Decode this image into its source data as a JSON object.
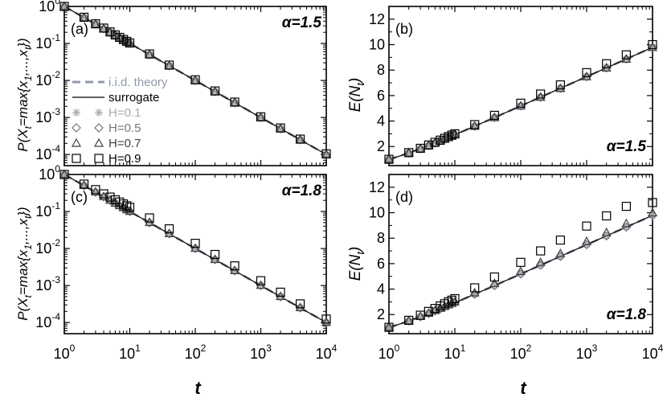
{
  "figure": {
    "xlabel": "t",
    "ylabel_left": "P(X_t=max{x_1,...,x_t})",
    "ylabel_right": "E(N_t)"
  },
  "legend": {
    "placement": "left, inside panel (a)",
    "items": [
      {
        "label": "i.i.d. theory",
        "marker": "dashed-line",
        "color": "#8f9aa8"
      },
      {
        "label": "surrogate",
        "marker": "solid-line",
        "color": "#000000"
      },
      {
        "label": "H=0.1",
        "marker": "asterisk",
        "color": "#a9a9a9"
      },
      {
        "label": "H=0.5",
        "marker": "diamond",
        "color": "#6e7683"
      },
      {
        "label": "H=0.7",
        "marker": "triangle",
        "color": "#404040"
      },
      {
        "label": "H=0.9",
        "marker": "square",
        "color": "#000000"
      }
    ]
  },
  "chart_data": [
    {
      "id": "a",
      "panel_label": "(a)",
      "alpha_label": "α=1.5",
      "type": "scatter",
      "xscale": "log",
      "yscale": "log",
      "xlim": [
        1,
        10000
      ],
      "ylim": [
        5e-05,
        1
      ],
      "xticks": [
        {
          "v": 1,
          "label": "10",
          "exp": "0"
        },
        {
          "v": 10,
          "label": "10",
          "exp": "1"
        },
        {
          "v": 100,
          "label": "10",
          "exp": "2"
        },
        {
          "v": 1000,
          "label": "10",
          "exp": "3"
        },
        {
          "v": 10000,
          "label": "10",
          "exp": "4"
        }
      ],
      "yticks": [
        {
          "v": 1,
          "label": "10",
          "exp": "0"
        },
        {
          "v": 0.1,
          "label": "10",
          "exp": "-1"
        },
        {
          "v": 0.01,
          "label": "10",
          "exp": "-2"
        },
        {
          "v": 0.001,
          "label": "10",
          "exp": "-3"
        },
        {
          "v": 0.0001,
          "label": "10",
          "exp": "-4"
        }
      ],
      "theory": {
        "kind": "inv",
        "xmin": 1,
        "xmax": 10000
      },
      "surrogate": {
        "kind": "inv",
        "xmin": 1,
        "xmax": 10000
      },
      "series": [
        {
          "name": "H=0.1",
          "marker": "asterisk",
          "x": [
            1,
            2,
            3,
            4,
            5,
            6,
            7,
            8,
            9,
            10,
            20,
            40,
            100,
            200,
            400,
            1000,
            2000,
            4000,
            10000
          ],
          "y": [
            1,
            0.5,
            0.333,
            0.25,
            0.2,
            0.167,
            0.143,
            0.125,
            0.111,
            0.1,
            0.05,
            0.025,
            0.01,
            0.005,
            0.0025,
            0.001,
            0.0005,
            0.00025,
            0.0001
          ]
        },
        {
          "name": "H=0.5",
          "marker": "diamond",
          "x": [
            1,
            2,
            3,
            4,
            5,
            6,
            7,
            8,
            9,
            10,
            20,
            40,
            100,
            200,
            400,
            1000,
            2000,
            4000,
            10000
          ],
          "y": [
            1,
            0.5,
            0.333,
            0.25,
            0.2,
            0.167,
            0.143,
            0.125,
            0.111,
            0.1,
            0.05,
            0.025,
            0.01,
            0.005,
            0.0025,
            0.001,
            0.0005,
            0.00025,
            0.0001
          ]
        },
        {
          "name": "H=0.7",
          "marker": "triangle",
          "x": [
            1,
            2,
            3,
            4,
            5,
            6,
            7,
            8,
            9,
            10,
            20,
            40,
            100,
            200,
            400,
            1000,
            2000,
            4000,
            10000
          ],
          "y": [
            1,
            0.5,
            0.333,
            0.25,
            0.2,
            0.167,
            0.143,
            0.125,
            0.111,
            0.1,
            0.05,
            0.025,
            0.01,
            0.005,
            0.0025,
            0.001,
            0.0005,
            0.00025,
            0.0001
          ]
        },
        {
          "name": "H=0.9",
          "marker": "square",
          "x": [
            1,
            2,
            3,
            4,
            5,
            6,
            7,
            8,
            9,
            10,
            20,
            40,
            100,
            200,
            400,
            1000,
            2000,
            4000,
            10000
          ],
          "y": [
            1,
            0.51,
            0.34,
            0.26,
            0.205,
            0.17,
            0.146,
            0.128,
            0.114,
            0.103,
            0.052,
            0.026,
            0.0104,
            0.0052,
            0.0026,
            0.00104,
            0.00052,
            0.00026,
            0.000104
          ]
        }
      ]
    },
    {
      "id": "b",
      "panel_label": "(b)",
      "alpha_label": "α=1.5",
      "type": "scatter",
      "xscale": "log",
      "yscale": "linear",
      "xlim": [
        1,
        10000
      ],
      "ylim": [
        0.5,
        13
      ],
      "xticks": [
        {
          "v": 1,
          "label": "10",
          "exp": "0"
        },
        {
          "v": 10,
          "label": "10",
          "exp": "1"
        },
        {
          "v": 100,
          "label": "10",
          "exp": "2"
        },
        {
          "v": 1000,
          "label": "10",
          "exp": "3"
        },
        {
          "v": 10000,
          "label": "10",
          "exp": "4"
        }
      ],
      "yticks": [
        {
          "v": 2,
          "label": "2"
        },
        {
          "v": 4,
          "label": "4"
        },
        {
          "v": 6,
          "label": "6"
        },
        {
          "v": 8,
          "label": "8"
        },
        {
          "v": 10,
          "label": "10"
        },
        {
          "v": 12,
          "label": "12"
        }
      ],
      "theory": {
        "kind": "harmonic",
        "xmin": 1,
        "xmax": 10000
      },
      "surrogate": {
        "kind": "harmonic",
        "xmin": 1,
        "xmax": 10000
      },
      "series": [
        {
          "name": "H=0.1",
          "marker": "asterisk",
          "x": [
            1,
            2,
            3,
            4,
            5,
            6,
            7,
            8,
            9,
            10,
            20,
            40,
            100,
            200,
            400,
            1000,
            2000,
            4000,
            10000
          ],
          "y": [
            1,
            1.5,
            1.83,
            2.08,
            2.28,
            2.45,
            2.59,
            2.72,
            2.83,
            2.93,
            3.6,
            4.28,
            5.19,
            5.88,
            6.57,
            7.49,
            8.18,
            8.87,
            9.79
          ]
        },
        {
          "name": "H=0.5",
          "marker": "diamond",
          "x": [
            1,
            2,
            3,
            4,
            5,
            6,
            7,
            8,
            9,
            10,
            20,
            40,
            100,
            200,
            400,
            1000,
            2000,
            4000,
            10000
          ],
          "y": [
            1,
            1.5,
            1.83,
            2.08,
            2.28,
            2.45,
            2.59,
            2.72,
            2.83,
            2.93,
            3.6,
            4.28,
            5.19,
            5.88,
            6.57,
            7.49,
            8.18,
            8.87,
            9.79
          ]
        },
        {
          "name": "H=0.7",
          "marker": "triangle",
          "x": [
            1,
            2,
            3,
            4,
            5,
            6,
            7,
            8,
            9,
            10,
            20,
            40,
            100,
            200,
            400,
            1000,
            2000,
            4000,
            10000
          ],
          "y": [
            1,
            1.5,
            1.83,
            2.08,
            2.28,
            2.45,
            2.59,
            2.72,
            2.83,
            2.93,
            3.6,
            4.28,
            5.19,
            5.88,
            6.57,
            7.49,
            8.18,
            8.87,
            9.79
          ]
        },
        {
          "name": "H=0.9",
          "marker": "square",
          "x": [
            1,
            2,
            3,
            4,
            5,
            6,
            7,
            8,
            9,
            10,
            20,
            40,
            100,
            200,
            400,
            1000,
            2000,
            4000,
            10000
          ],
          "y": [
            1,
            1.52,
            1.86,
            2.12,
            2.33,
            2.5,
            2.65,
            2.78,
            2.9,
            3.0,
            3.72,
            4.45,
            5.4,
            6.12,
            6.84,
            7.8,
            8.5,
            9.2,
            10.0
          ]
        }
      ]
    },
    {
      "id": "c",
      "panel_label": "(c)",
      "alpha_label": "α=1.8",
      "type": "scatter",
      "xscale": "log",
      "yscale": "log",
      "xlim": [
        1,
        10000
      ],
      "ylim": [
        5e-05,
        1
      ],
      "xticks": [
        {
          "v": 1,
          "label": "10",
          "exp": "0"
        },
        {
          "v": 10,
          "label": "10",
          "exp": "1"
        },
        {
          "v": 100,
          "label": "10",
          "exp": "2"
        },
        {
          "v": 1000,
          "label": "10",
          "exp": "3"
        },
        {
          "v": 10000,
          "label": "10",
          "exp": "4"
        }
      ],
      "yticks": [
        {
          "v": 1,
          "label": "10",
          "exp": "0"
        },
        {
          "v": 0.1,
          "label": "10",
          "exp": "-1"
        },
        {
          "v": 0.01,
          "label": "10",
          "exp": "-2"
        },
        {
          "v": 0.001,
          "label": "10",
          "exp": "-3"
        },
        {
          "v": 0.0001,
          "label": "10",
          "exp": "-4"
        }
      ],
      "theory": {
        "kind": "inv",
        "xmin": 1,
        "xmax": 10000
      },
      "surrogate": {
        "kind": "inv",
        "xmin": 1,
        "xmax": 10000
      },
      "series": [
        {
          "name": "H=0.1",
          "marker": "asterisk",
          "x": [
            1,
            2,
            3,
            4,
            5,
            6,
            7,
            8,
            9,
            10,
            20,
            40,
            100,
            200,
            400,
            1000,
            2000,
            4000,
            10000
          ],
          "y": [
            1,
            0.5,
            0.333,
            0.25,
            0.2,
            0.167,
            0.143,
            0.125,
            0.111,
            0.1,
            0.05,
            0.025,
            0.01,
            0.005,
            0.0025,
            0.001,
            0.0005,
            0.00025,
            0.0001
          ]
        },
        {
          "name": "H=0.5",
          "marker": "diamond",
          "x": [
            1,
            2,
            3,
            4,
            5,
            6,
            7,
            8,
            9,
            10,
            20,
            40,
            100,
            200,
            400,
            1000,
            2000,
            4000,
            10000
          ],
          "y": [
            1,
            0.5,
            0.333,
            0.25,
            0.2,
            0.167,
            0.143,
            0.125,
            0.111,
            0.1,
            0.05,
            0.025,
            0.01,
            0.005,
            0.0025,
            0.001,
            0.0005,
            0.00025,
            0.0001
          ]
        },
        {
          "name": "H=0.7",
          "marker": "triangle",
          "x": [
            1,
            2,
            3,
            4,
            5,
            6,
            7,
            8,
            9,
            10,
            20,
            40,
            100,
            200,
            400,
            1000,
            2000,
            4000,
            10000
          ],
          "y": [
            1,
            0.51,
            0.34,
            0.255,
            0.204,
            0.17,
            0.146,
            0.128,
            0.113,
            0.102,
            0.051,
            0.0255,
            0.0102,
            0.0051,
            0.00255,
            0.00102,
            0.00051,
            0.000255,
            0.000102
          ]
        },
        {
          "name": "H=0.9",
          "marker": "square",
          "x": [
            1,
            2,
            3,
            4,
            5,
            6,
            7,
            8,
            9,
            10,
            20,
            40,
            100,
            200,
            400,
            1000,
            2000,
            4000,
            10000
          ],
          "y": [
            1,
            0.55,
            0.39,
            0.3,
            0.245,
            0.207,
            0.18,
            0.16,
            0.143,
            0.13,
            0.067,
            0.034,
            0.0138,
            0.0069,
            0.0034,
            0.00135,
            0.00066,
            0.00032,
            0.000124
          ]
        }
      ]
    },
    {
      "id": "d",
      "panel_label": "(d)",
      "alpha_label": "α=1.8",
      "type": "scatter",
      "xscale": "log",
      "yscale": "linear",
      "xlim": [
        1,
        10000
      ],
      "ylim": [
        0.5,
        13
      ],
      "xticks": [
        {
          "v": 1,
          "label": "10",
          "exp": "0"
        },
        {
          "v": 10,
          "label": "10",
          "exp": "1"
        },
        {
          "v": 100,
          "label": "10",
          "exp": "2"
        },
        {
          "v": 1000,
          "label": "10",
          "exp": "3"
        },
        {
          "v": 10000,
          "label": "10",
          "exp": "4"
        }
      ],
      "yticks": [
        {
          "v": 2,
          "label": "2"
        },
        {
          "v": 4,
          "label": "4"
        },
        {
          "v": 6,
          "label": "6"
        },
        {
          "v": 8,
          "label": "8"
        },
        {
          "v": 10,
          "label": "10"
        },
        {
          "v": 12,
          "label": "12"
        }
      ],
      "theory": {
        "kind": "harmonic",
        "xmin": 1,
        "xmax": 10000
      },
      "surrogate": {
        "kind": "harmonic",
        "xmin": 1,
        "xmax": 10000
      },
      "series": [
        {
          "name": "H=0.1",
          "marker": "asterisk",
          "x": [
            1,
            2,
            3,
            4,
            5,
            6,
            7,
            8,
            9,
            10,
            20,
            40,
            100,
            200,
            400,
            1000,
            2000,
            4000,
            10000
          ],
          "y": [
            1,
            1.5,
            1.83,
            2.08,
            2.28,
            2.45,
            2.59,
            2.72,
            2.83,
            2.93,
            3.6,
            4.28,
            5.19,
            5.88,
            6.57,
            7.49,
            8.18,
            8.87,
            9.79
          ]
        },
        {
          "name": "H=0.5",
          "marker": "diamond",
          "x": [
            1,
            2,
            3,
            4,
            5,
            6,
            7,
            8,
            9,
            10,
            20,
            40,
            100,
            200,
            400,
            1000,
            2000,
            4000,
            10000
          ],
          "y": [
            1,
            1.5,
            1.83,
            2.08,
            2.28,
            2.45,
            2.59,
            2.72,
            2.83,
            2.93,
            3.6,
            4.28,
            5.19,
            5.88,
            6.57,
            7.49,
            8.18,
            8.87,
            9.79
          ]
        },
        {
          "name": "H=0.7",
          "marker": "triangle",
          "x": [
            1,
            2,
            3,
            4,
            5,
            6,
            7,
            8,
            9,
            10,
            20,
            40,
            100,
            200,
            400,
            1000,
            2000,
            4000,
            10000
          ],
          "y": [
            1,
            1.52,
            1.86,
            2.12,
            2.33,
            2.5,
            2.65,
            2.78,
            2.9,
            3.0,
            3.72,
            4.45,
            5.4,
            6.1,
            6.8,
            7.75,
            8.45,
            9.15,
            10.0
          ]
        },
        {
          "name": "H=0.9",
          "marker": "square",
          "x": [
            1,
            2,
            3,
            4,
            5,
            6,
            7,
            8,
            9,
            10,
            20,
            40,
            100,
            200,
            400,
            1000,
            2000,
            4000,
            10000
          ],
          "y": [
            1,
            1.55,
            1.95,
            2.25,
            2.48,
            2.68,
            2.85,
            3.0,
            3.13,
            3.25,
            4.1,
            4.95,
            6.1,
            7.0,
            7.85,
            8.95,
            9.75,
            10.5,
            10.8
          ]
        }
      ]
    }
  ]
}
